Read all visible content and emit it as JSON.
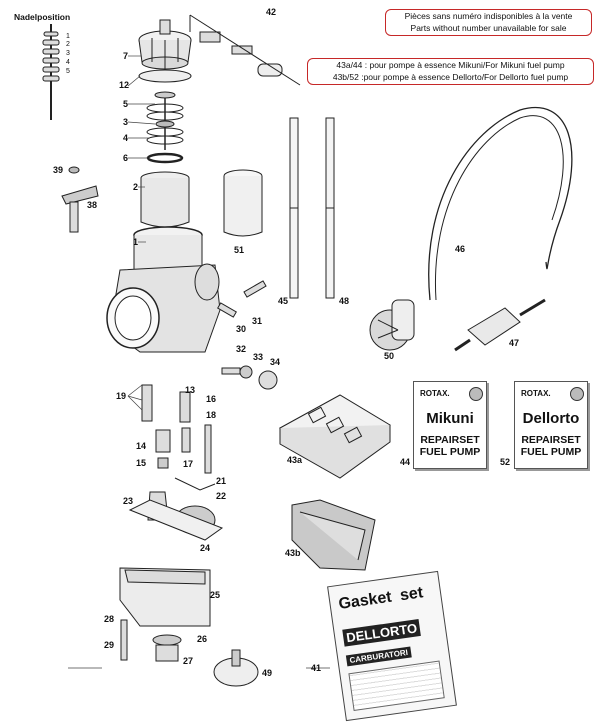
{
  "notes": {
    "parts_note_fr": "Pièces sans numéro indisponibles à la vente",
    "parts_note_en": "Parts without number unavailable for sale",
    "pump_note_mikuni": "43a/44 : pour pompe à essence Mikuni/For Mikuni fuel pump",
    "pump_note_dellorto": "43b/52 :pour pompe à essence Dellorto/For Dellorto fuel pump"
  },
  "needle_position": {
    "title": "Nadelposition",
    "marks": [
      "1",
      "2",
      "3",
      "4",
      "5"
    ]
  },
  "cards": {
    "mikuni": {
      "brand": "ROTAX.",
      "maker": "Mikuni",
      "line1": "REPAIRSET",
      "line2": "FUEL PUMP"
    },
    "dellorto": {
      "brand": "ROTAX.",
      "maker": "Dellorto",
      "line1": "REPAIRSET",
      "line2": "FUEL PUMP"
    }
  },
  "gasket": {
    "title_1": "Gasket",
    "title_2": "set",
    "brand": "DELLORTO",
    "sub": "CARBURATORI"
  },
  "part_numbers": {
    "p1": "1",
    "p2": "2",
    "p3": "3",
    "p4": "4",
    "p5": "5",
    "p6": "6",
    "p7": "7",
    "p12": "12",
    "p13": "13",
    "p14": "14",
    "p15": "15",
    "p16": "16",
    "p17": "17",
    "p18": "18",
    "p19": "19",
    "p21": "21",
    "p22": "22",
    "p23": "23",
    "p24": "24",
    "p25": "25",
    "p26": "26",
    "p27": "27",
    "p28": "28",
    "p29": "29",
    "p30": "30",
    "p31": "31",
    "p32": "32",
    "p33": "33",
    "p34": "34",
    "p38": "38",
    "p39": "39",
    "p41": "41",
    "p42": "42",
    "p43a": "43a",
    "p43b": "43b",
    "p44": "44",
    "p45": "45",
    "p46": "46",
    "p47": "47",
    "p48": "48",
    "p49": "49",
    "p50": "50",
    "p51": "51",
    "p52": "52"
  }
}
